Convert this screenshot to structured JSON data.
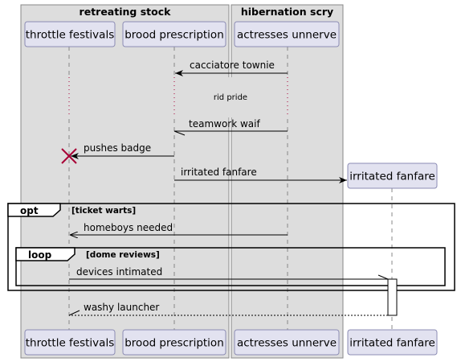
{
  "boxes": [
    {
      "id": "box1",
      "title": "retreating stock"
    },
    {
      "id": "box2",
      "title": "hibernation scry"
    }
  ],
  "participants": [
    {
      "id": "p1",
      "label": "throttle festivals"
    },
    {
      "id": "p2",
      "label": "brood prescription"
    },
    {
      "id": "p3",
      "label": "actresses unnerve"
    },
    {
      "id": "p4",
      "label": "irritated fanfare"
    }
  ],
  "messages": [
    {
      "id": "m1",
      "text": "cacciatore townie"
    },
    {
      "id": "m2",
      "text": "rid pride"
    },
    {
      "id": "m3",
      "text": "teamwork waif"
    },
    {
      "id": "m4",
      "text": "pushes badge"
    },
    {
      "id": "m5",
      "text": "irritated fanfare"
    },
    {
      "id": "m6",
      "text": "homeboys needed"
    },
    {
      "id": "m7",
      "text": "devices intimated"
    },
    {
      "id": "m8",
      "text": "washy launcher"
    }
  ],
  "fragments": {
    "opt": {
      "label": "opt",
      "guard": "[ticket warts]"
    },
    "loop": {
      "label": "loop",
      "guard": "[dome reviews]"
    }
  },
  "colors": {
    "box_fill": "#dddddd",
    "box_stroke": "#888888",
    "participant_fill": "#e2e2f0",
    "participant_stroke": "#8c8cb4",
    "lifeline": "#888888",
    "destroy": "#a80036",
    "divider_dots": "#a80036"
  }
}
